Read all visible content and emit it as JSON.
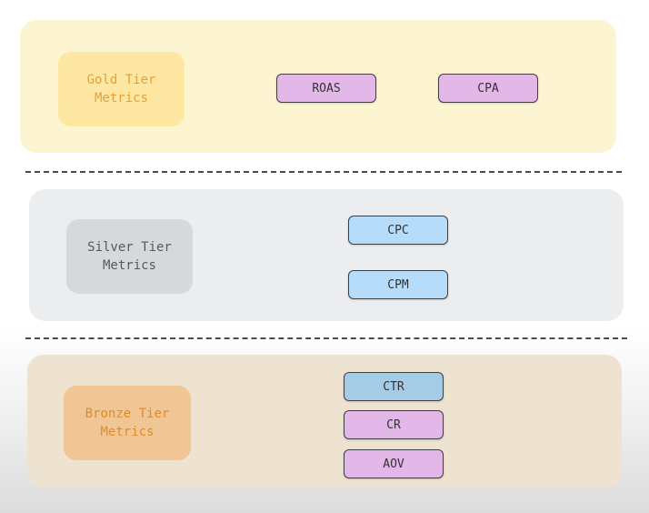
{
  "tiers": {
    "gold": {
      "label_line1": "Gold Tier",
      "label_line2": "Metrics",
      "metrics": [
        "ROAS",
        "CPA"
      ]
    },
    "silver": {
      "label_line1": "Silver Tier",
      "label_line2": "Metrics",
      "metrics": [
        "CPC",
        "CPM"
      ]
    },
    "bronze": {
      "label_line1": "Bronze Tier",
      "label_line2": "Metrics",
      "metrics": [
        "CTR",
        "CR",
        "AOV"
      ]
    }
  },
  "colors": {
    "gold_panel": "#fdf5d2",
    "gold_label_bg": "#fde7a2",
    "gold_label_text": "#e0a23b",
    "silver_panel": "#ecedef",
    "silver_label_bg": "#d6d8dc",
    "silver_label_text": "#555a60",
    "bronze_panel": "#eee2d1",
    "bronze_label_bg": "#f0c794",
    "bronze_label_text": "#dc8b2c",
    "metric_purple": "#e3b7e8",
    "metric_blue": "#b5dcfa",
    "metric_steel": "#a6cbe6"
  }
}
